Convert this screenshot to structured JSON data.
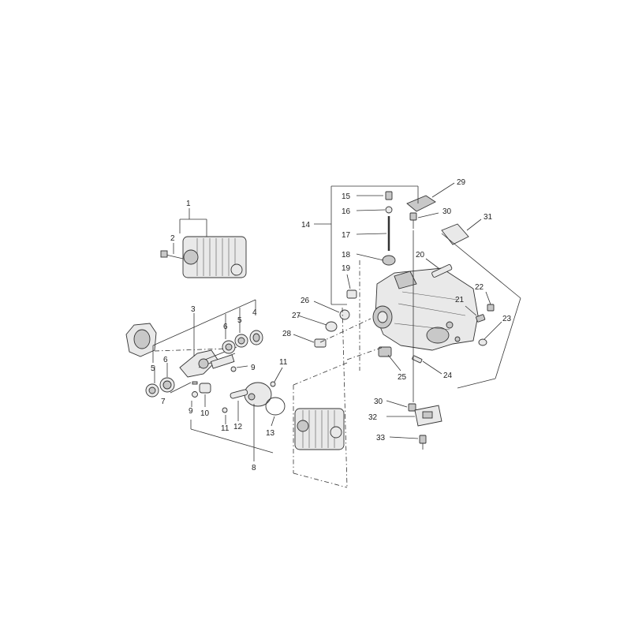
{
  "callouts": {
    "c1": "1",
    "c2": "2",
    "c3": "3",
    "c4": "4",
    "c5a": "5",
    "c5b": "5",
    "c6a": "6",
    "c6b": "6",
    "c7": "7",
    "c8": "8",
    "c9a": "9",
    "c9b": "9",
    "c10": "10",
    "c11a": "11",
    "c11b": "11",
    "c12": "12",
    "c13": "13",
    "c14": "14",
    "c15": "15",
    "c16": "16",
    "c17": "17",
    "c18": "18",
    "c19": "19",
    "c20": "20",
    "c21": "21",
    "c22": "22",
    "c23": "23",
    "c24": "24",
    "c25": "25",
    "c26": "26",
    "c27": "27",
    "c28": "28",
    "c29": "29",
    "c30a": "30",
    "c30b": "30",
    "c31": "31",
    "c32": "32",
    "c33": "33"
  }
}
